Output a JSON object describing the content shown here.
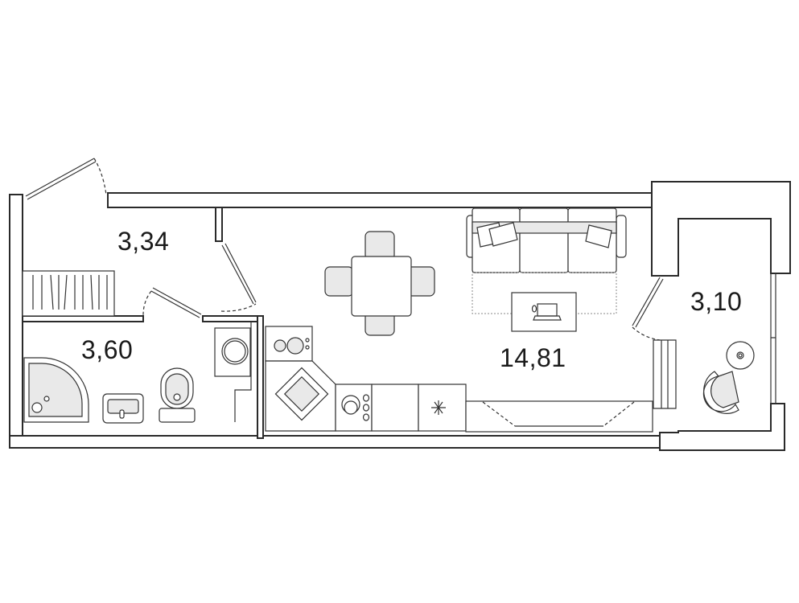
{
  "rooms": [
    {
      "id": "hallway",
      "area": "3,34"
    },
    {
      "id": "bathroom",
      "area": "3,60"
    },
    {
      "id": "living-kitchen",
      "area": "14,81"
    },
    {
      "id": "balcony",
      "area": "3,10"
    }
  ],
  "colors": {
    "wall": "#2a2a2a",
    "fixture_fill": "#e9e9e9",
    "background": "#ffffff"
  }
}
